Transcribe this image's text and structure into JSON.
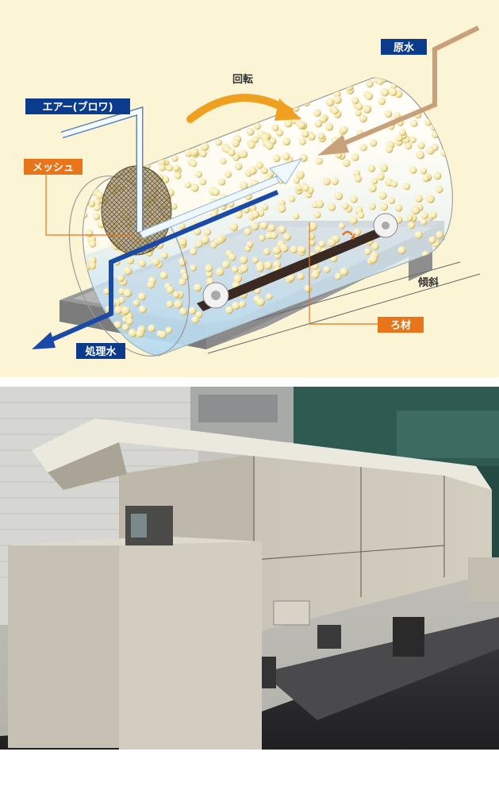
{
  "diagram": {
    "labels": {
      "raw_water": "原水",
      "rotation": "回転",
      "air_blower": "エアー(ブロワ)",
      "mesh": "メッシュ",
      "incline": "傾斜",
      "filter_media": "ろ材",
      "treated_water": "処理水"
    },
    "colors": {
      "background": "#fcf5d5",
      "label_blue": "#0b3b8c",
      "label_orange": "#e8751a",
      "rotation_arrow": "#f0a020",
      "raw_water_pipe": "#c8a07a",
      "treated_water_pipe": "#1a4aa8",
      "air_pipe": "#e8f4fc",
      "media_bead": "#f3e5a6",
      "base_frame": "#9a9a9a"
    }
  },
  "photo": {
    "colors": {
      "unit_body": "#cdc8bb",
      "building_left": "#d9d9d5",
      "building_right": "#2f5a52",
      "ground": "#2a2a2c"
    }
  }
}
